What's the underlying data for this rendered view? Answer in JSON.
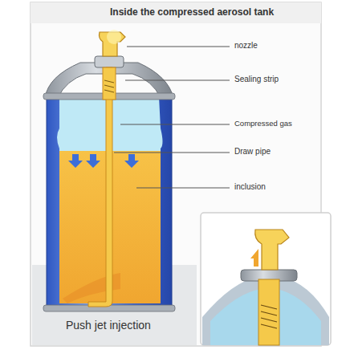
{
  "diagram": {
    "title": "Inside the compressed aerosol tank",
    "labels": [
      "nozzle",
      "Sealing strip",
      "Compressed gas",
      "Draw pipe",
      "inclusion",
      "Push jet injection"
    ]
  }
}
